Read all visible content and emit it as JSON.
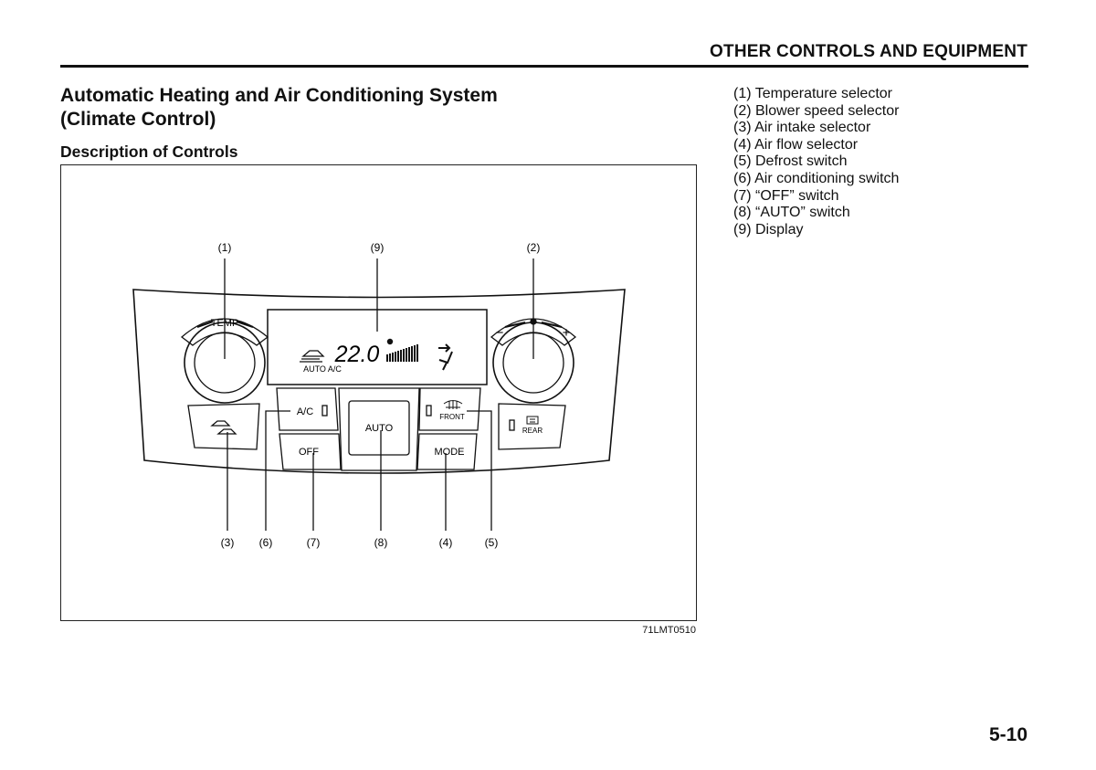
{
  "header": {
    "section": "OTHER CONTROLS AND EQUIPMENT"
  },
  "section_title": {
    "line1": "Automatic Heating and Air Conditioning System",
    "line2": "(Climate Control)"
  },
  "subsection_title": "Description of Controls",
  "figure": {
    "code": "71LMT0510",
    "callouts": {
      "c1": "(1)",
      "c2": "(2)",
      "c3": "(3)",
      "c4": "(4)",
      "c5": "(5)",
      "c6": "(6)",
      "c7": "(7)",
      "c8": "(8)",
      "c9": "(9)"
    },
    "panel": {
      "temp_label": "TEMP",
      "fan_minus": "−",
      "fan_plus": "+",
      "display_temp": "22.0",
      "display_mode": "AUTO A/C",
      "ac_button": "A/C",
      "auto_button": "AUTO",
      "front_label": "FRONT",
      "rear_label": "REAR",
      "off_button": "OFF",
      "mode_button": "MODE"
    }
  },
  "legend": [
    "(1) Temperature selector",
    "(2) Blower speed selector",
    "(3) Air intake selector",
    "(4) Air flow selector",
    "(5) Defrost switch",
    "(6) Air conditioning switch",
    "(7) “OFF” switch",
    "(8) “AUTO” switch",
    "(9) Display"
  ],
  "page_number": "5-10"
}
